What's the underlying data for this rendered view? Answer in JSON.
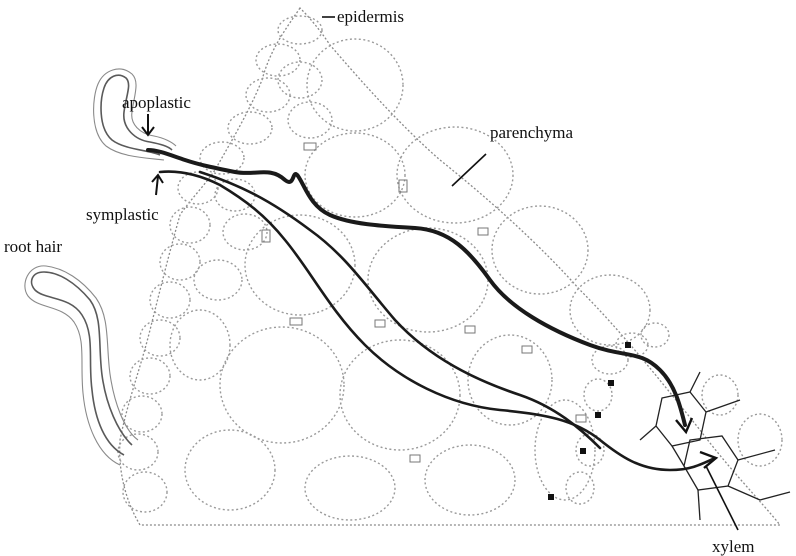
{
  "labels": {
    "epidermis": "epidermis",
    "parenchyma": "parenchyma",
    "apoplastic": "apoplastic",
    "symplastic": "symplastic",
    "root_hair": "root hair",
    "xylem": "xylem"
  },
  "pathways": [
    {
      "name": "apoplastic"
    },
    {
      "name": "symplastic"
    }
  ],
  "structures": [
    {
      "name": "epidermis"
    },
    {
      "name": "parenchyma"
    },
    {
      "name": "root hair"
    },
    {
      "name": "xylem"
    }
  ]
}
